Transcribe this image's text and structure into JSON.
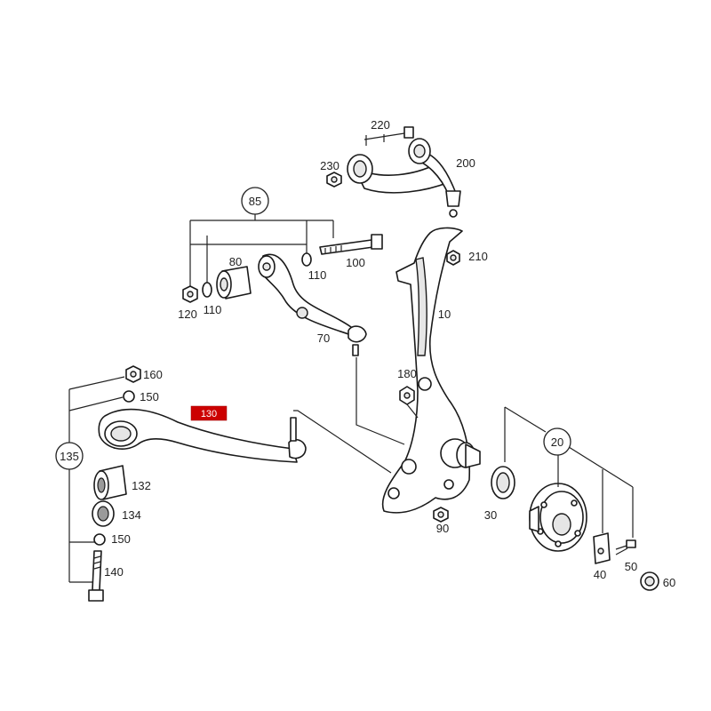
{
  "diagram": {
    "highlight_color": "#cc0000",
    "labels": {
      "p220": "220",
      "p230": "230",
      "p200": "200",
      "p85": "85",
      "p80": "80",
      "p100": "100",
      "p110a": "110",
      "p110b": "110",
      "p120": "120",
      "p70": "70",
      "p210": "210",
      "p10": "10",
      "p180": "180",
      "p160": "160",
      "p150a": "150",
      "p130": "130",
      "p135": "135",
      "p132": "132",
      "p134": "134",
      "p150b": "150",
      "p140": "140",
      "p90": "90",
      "p30": "30",
      "p20": "20",
      "p40": "40",
      "p50": "50",
      "p60": "60"
    }
  }
}
